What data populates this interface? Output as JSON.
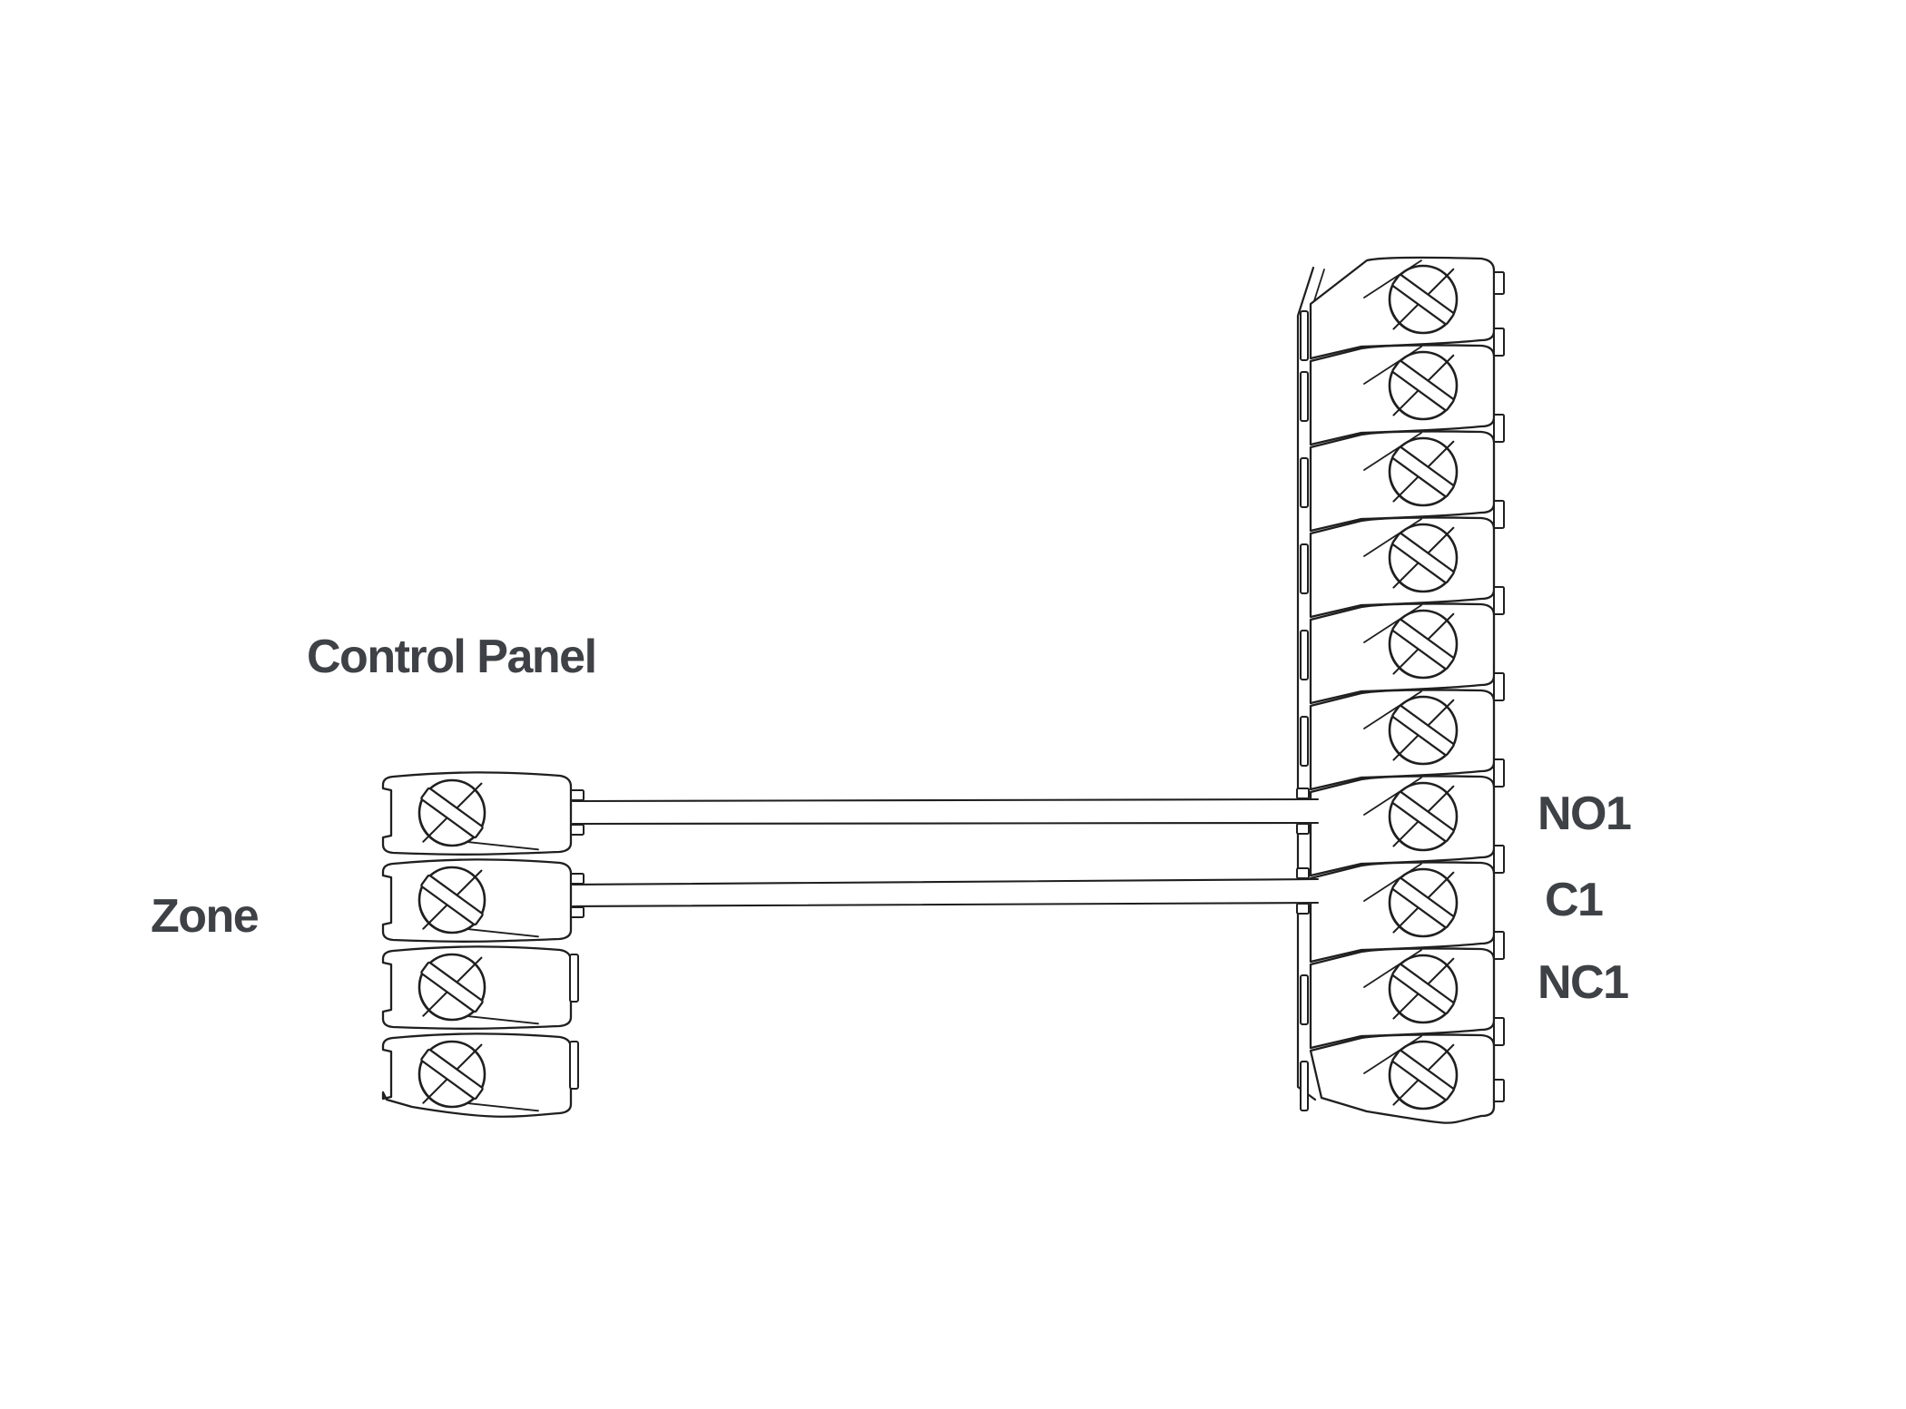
{
  "labels": {
    "control_panel": "Control Panel",
    "zone": "Zone",
    "no1": "NO1",
    "c1": "C1",
    "nc1": "NC1"
  },
  "diagram": {
    "left_block": {
      "name": "control-panel-zone-terminal-block",
      "terminal_count": 4,
      "wired_terminal_indexes": [
        0,
        1
      ]
    },
    "right_block": {
      "name": "relay-output-terminal-block",
      "terminal_count": 10,
      "wired_terminal_indexes": [
        6,
        7
      ],
      "terminal_labels": [
        {
          "index": 6,
          "label_key": "no1"
        },
        {
          "index": 7,
          "label_key": "c1"
        },
        {
          "index": 8,
          "label_key": "nc1"
        }
      ]
    },
    "wire_count": 2,
    "colors": {
      "line": "#1f1f1f",
      "label_text": "#3e4145",
      "background": "#ffffff"
    }
  }
}
